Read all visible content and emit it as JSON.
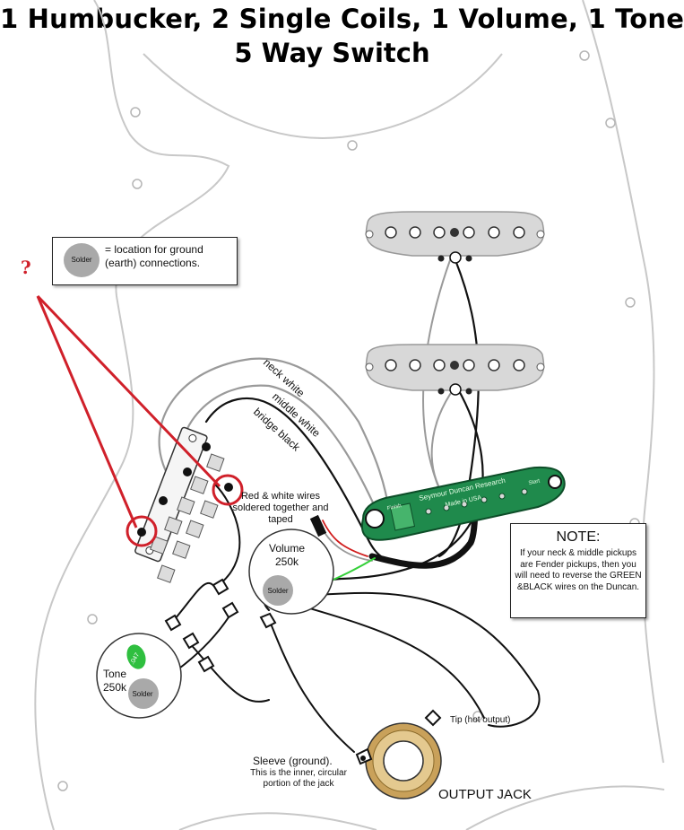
{
  "title_line1": "1 Humbucker, 2 Single Coils, 1 Volume, 1 Tone",
  "title_line2": "5 Way Switch",
  "legend": {
    "blob_label": "Solder",
    "text": "= location for ground (earth) connections."
  },
  "question_mark": "?",
  "wire_labels": {
    "neck_white": "neck white",
    "middle_white": "middle white",
    "bridge_black": "bridge black"
  },
  "humbucker": {
    "brand": "Seymour Duncan Research",
    "origin": "Made in USA",
    "finish": "Finish",
    "start": "Start"
  },
  "solder_note": "Red & white wires soldered together and taped",
  "volume": {
    "label": "Volume",
    "value": "250k",
    "solder": "Solder"
  },
  "tone": {
    "label": "Tone",
    "value": "250k",
    "solder": "Solder",
    "cap": ".047"
  },
  "note": {
    "heading": "NOTE:",
    "body": "If your neck & middle pickups are Fender pickups, then you will need to reverse the GREEN &BLACK wires on the Duncan."
  },
  "jack": {
    "tip": "Tip (hot output)",
    "sleeve_title": "Sleeve (ground).",
    "sleeve_desc": "This is the inner, circular portion of the jack",
    "label": "OUTPUT JACK"
  },
  "colors": {
    "annotation_red": "#d0202a",
    "pickguard_outline": "#c8c8c8",
    "pickup_gray": "#d8d8d8",
    "pcb_green": "#1f8a4c",
    "cap_green": "#2fbf3f",
    "ground_gray": "#a9a9a9",
    "wire_black": "#111111",
    "wire_white_gray": "#9a9a9a",
    "wire_green": "#35d03a",
    "wire_red": "#d01c1c",
    "jack_gold": "#c9a15a"
  }
}
